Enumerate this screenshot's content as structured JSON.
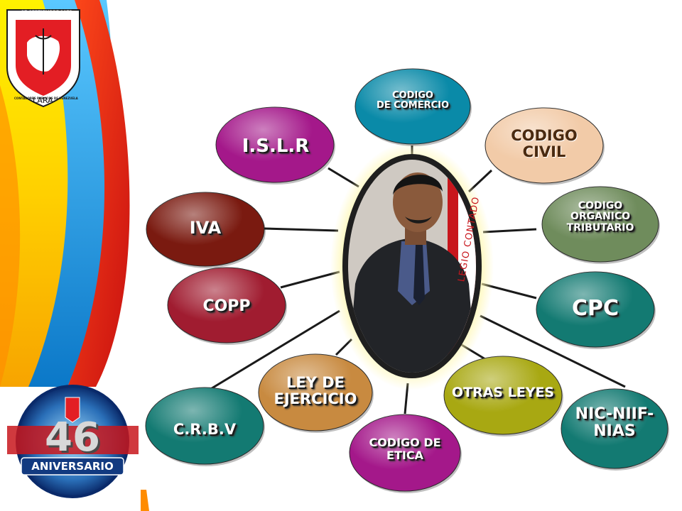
{
  "logo": {
    "date": "27 SEPTIEMBRE 1973",
    "ring_text": "CONTADORES PUBLICOS DE VENEZUELA",
    "region": "LARA"
  },
  "anniversary": {
    "number": "46",
    "label": "ANIVERSARIO"
  },
  "center_photo": {
    "banner_text": "LEGIO CONTADO"
  },
  "nodes": {
    "codigo_comercio": {
      "line1": "CODIGO",
      "line2": "DE COMERCIO",
      "color": "#0a8aa8"
    },
    "codigo_civil": {
      "line1": "CODIGO",
      "line2": "CIVIL",
      "color": "#f2cba8"
    },
    "cot": {
      "line1": "CODIGO",
      "line2": "ORGANICO",
      "line3": "TRIBUTARIO",
      "color": "#6f8c5c"
    },
    "cpc": {
      "line1": "CPC",
      "color": "#137a72"
    },
    "nic": {
      "line1": "NIC-NIIF-",
      "line2": "NIAS",
      "color": "#137a72"
    },
    "otras": {
      "line1": "OTRAS LEYES",
      "color": "#a8a812"
    },
    "etica": {
      "line1": "CODIGO DE",
      "line2": "ETICA",
      "color": "#a4188a"
    },
    "ley": {
      "line1": "LEY DE",
      "line2": "EJERCICIO",
      "color": "#c88a40"
    },
    "crbv": {
      "line1": "C.R.B.V",
      "color": "#137a72"
    },
    "copp": {
      "line1": "COPP",
      "color": "#a01c30"
    },
    "iva": {
      "line1": "IVA",
      "color": "#7a1a10"
    },
    "islr": {
      "line1": "I.S.L.R",
      "color": "#a4188a"
    }
  }
}
